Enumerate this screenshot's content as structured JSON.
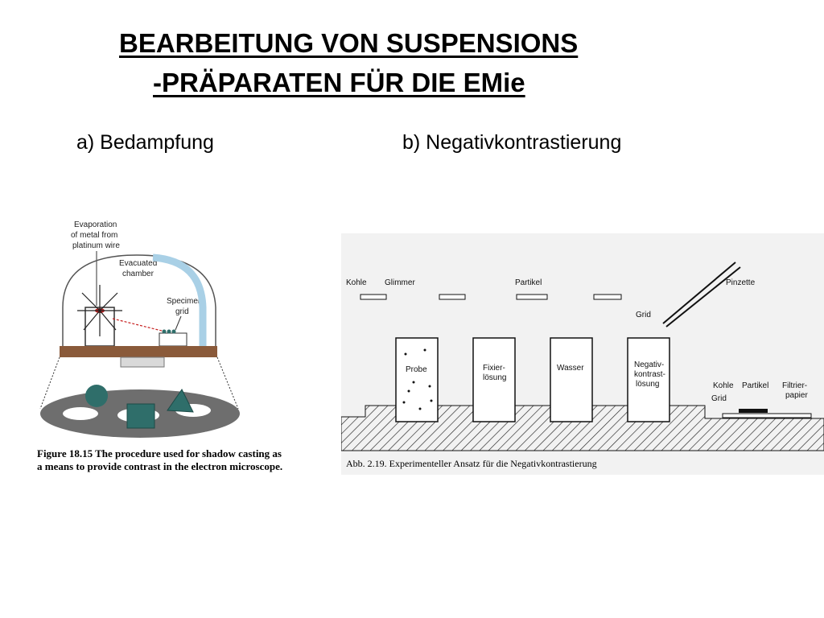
{
  "slide": {
    "title_line1": "BEARBEITUNG VON SUSPENSIONS",
    "title_line2": "-PRÄPARATEN FÜR DIE EMie",
    "subtitle_a": "a) Bedampfung",
    "subtitle_b": "b) Negativkontrastierung"
  },
  "figure_a": {
    "label_evaporation": [
      "Evaporation",
      "of metal from",
      "platinum wire"
    ],
    "label_chamber": [
      "Evacuated",
      "chamber"
    ],
    "label_specimen": [
      "Specimen",
      "grid"
    ],
    "caption_line1": "Figure 18.15   The procedure used for shadow casting as",
    "caption_line2": "a means to provide contrast in the electron microscope."
  },
  "figure_b": {
    "top_labels": {
      "kohle": "Kohle",
      "glimmer": "Glimmer",
      "partikel": "Partikel",
      "pinzette": "Pinzette",
      "grid": "Grid"
    },
    "beakers": [
      {
        "line1": "Probe",
        "line2": ""
      },
      {
        "line1": "Fixier-",
        "line2": "lösung"
      },
      {
        "line1": "Wasser",
        "line2": ""
      },
      {
        "line1": "Negativ-",
        "line2": "kontrast-",
        "line3": "lösung"
      }
    ],
    "right_labels": {
      "kohle": "Kohle",
      "partikel": "Partikel",
      "filtrier": "Filtrier-",
      "papier": "papier",
      "grid": "Grid"
    },
    "caption": "Abb. 2.19.   Experimenteller Ansatz für die Negativkontrastierung"
  },
  "colors": {
    "bench": "#8a5a3a",
    "disc": "#6e6e6e",
    "wire": "#c61e1e",
    "tube": "#a9d0e6",
    "shape": "#2f6e6a"
  }
}
